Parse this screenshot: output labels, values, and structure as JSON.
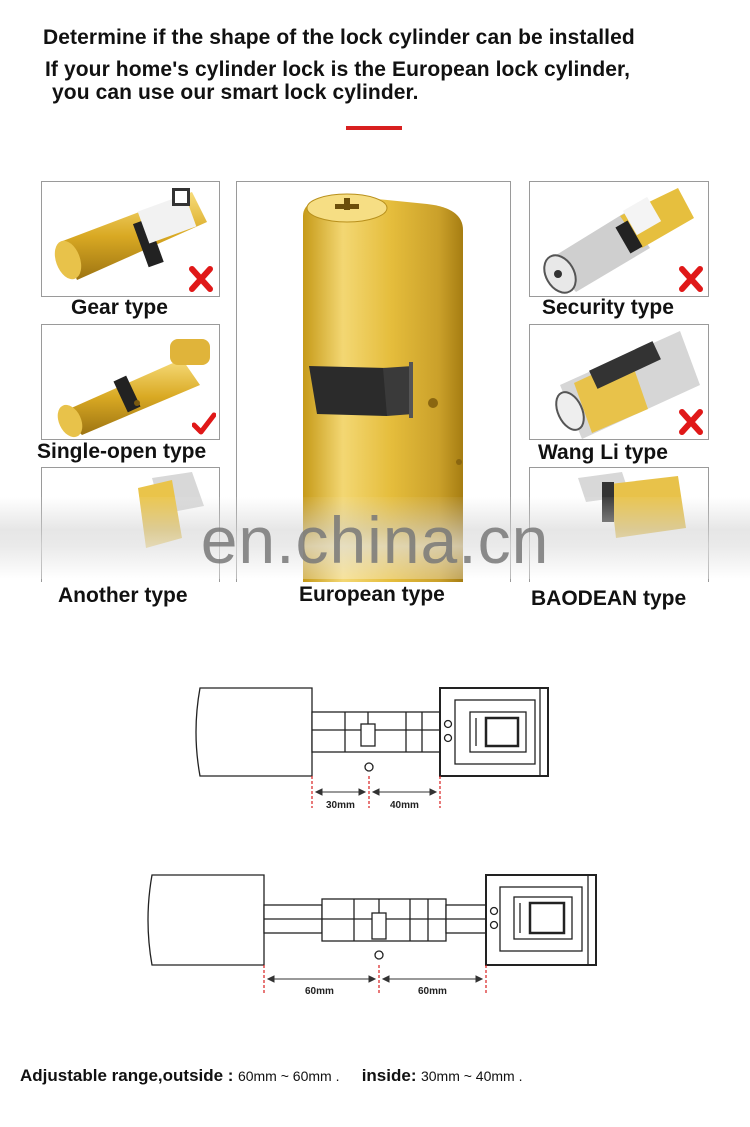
{
  "header": {
    "line1": "Determine if the shape of the lock cylinder can be installed",
    "line2": "If your home's cylinder lock is the European lock cylinder,",
    "line3": "you can use our smart lock cylinder.",
    "accent_color": "#d82020"
  },
  "types": {
    "gear": {
      "label": "Gear type",
      "mark": "x-mark"
    },
    "security": {
      "label": "Security type",
      "mark": "x-mark"
    },
    "single_open": {
      "label": "Single-open type",
      "mark": "check-mark"
    },
    "wangli": {
      "label": "Wang Li type",
      "mark": "x-mark"
    },
    "another": {
      "label": "Another type"
    },
    "european": {
      "label": "European type"
    },
    "baodean": {
      "label": "BAODEAN type"
    }
  },
  "watermark": "en.china.cn",
  "diagram1": {
    "left_dim": "30mm",
    "right_dim": "40mm"
  },
  "diagram2": {
    "left_dim": "60mm",
    "right_dim": "60mm"
  },
  "footer": {
    "outside_label": "Adjustable range,outside :",
    "outside_value": "60mm ~ 60mm .",
    "inside_label": "inside:",
    "inside_value": "30mm ~ 40mm ."
  }
}
